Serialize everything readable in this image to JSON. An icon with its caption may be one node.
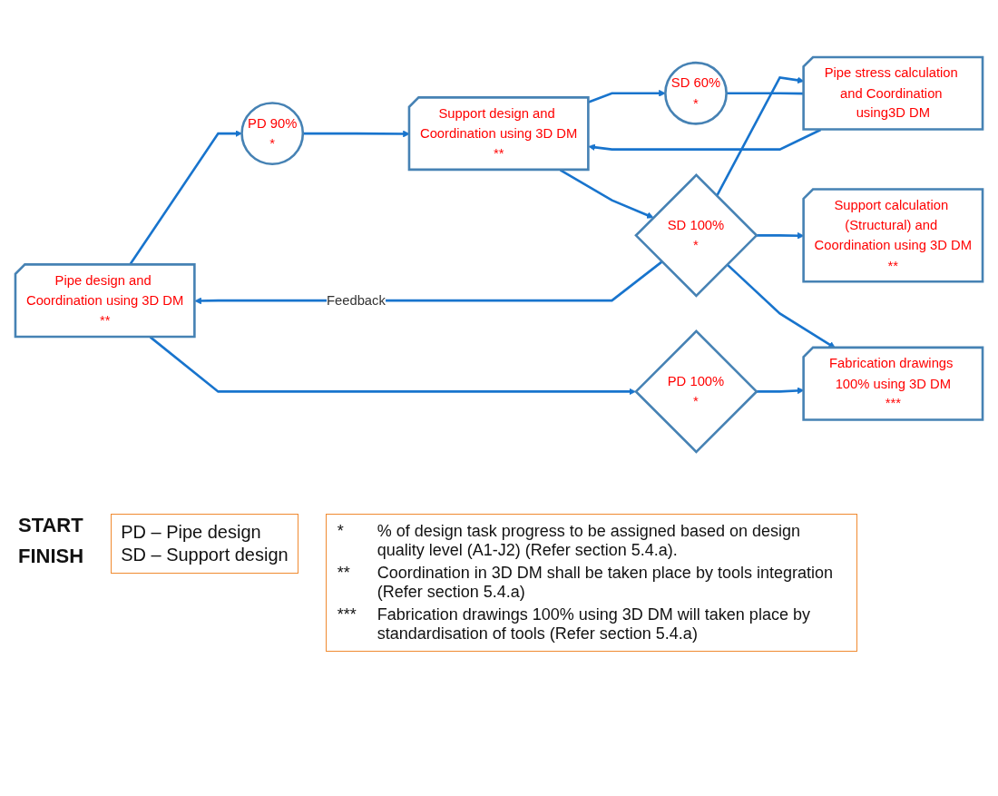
{
  "diagram": {
    "nodes": [
      {
        "text": [
          "Pipe design and Coordination using 3D DM",
          "**"
        ]
      },
      {
        "text": [
          "Support design and Coordination using 3D DM",
          "**"
        ]
      },
      {
        "text": [
          "SD 100%",
          "*"
        ]
      },
      {
        "text": [
          "Support calculation (Structural) and Coordination using 3D DM",
          "**"
        ]
      },
      {
        "text": [
          "PD 90%",
          "*"
        ]
      },
      {
        "text": [
          "SD 60%",
          "*"
        ]
      },
      {
        "text": [
          "Pipe stress calculation and Coordination using3D DM"
        ]
      },
      {
        "text": [
          "PD 100%",
          "*"
        ]
      },
      {
        "text": [
          "Fabrication drawings 100% using 3D DM",
          "***"
        ]
      }
    ],
    "edges": [
      {
        "from": 2,
        "to": 0,
        "arrow": "to",
        "label": "Feedback"
      },
      {
        "from": 0,
        "to": 4,
        "arrow": "to"
      },
      {
        "from": 4,
        "to": 1,
        "arrow": "to"
      },
      {
        "from": 1,
        "to": 5,
        "arrow": "to"
      },
      {
        "from": 1,
        "to": 2,
        "arrow": "to"
      },
      {
        "from": 2,
        "to": 6,
        "arrow": "to"
      },
      {
        "from": 5,
        "to": 6,
        "arrow": "none"
      },
      {
        "from": 6,
        "to": 1,
        "arrow": "to"
      },
      {
        "from": 2,
        "to": 3,
        "arrow": "to"
      },
      {
        "from": 2,
        "to": 8,
        "arrow": "to"
      },
      {
        "from": 0,
        "to": 7,
        "arrow": "to"
      },
      {
        "from": 7,
        "to": 8,
        "arrow": "to"
      }
    ],
    "labels": [
      "START",
      "FINISH",
      "PD – Pipe design",
      "SD – Support design",
      "*",
      "% of design task progress to be assigned based on design quality level (A1-J2) (Refer section 5.4.a).",
      "**",
      "Coordination in 3D DM shall be taken place by tools integration (Refer section 5.4.a)",
      "***",
      "Fabrication drawings 100% using 3D DM will taken place by standardisation of tools (Refer section 5.4.a)"
    ]
  }
}
